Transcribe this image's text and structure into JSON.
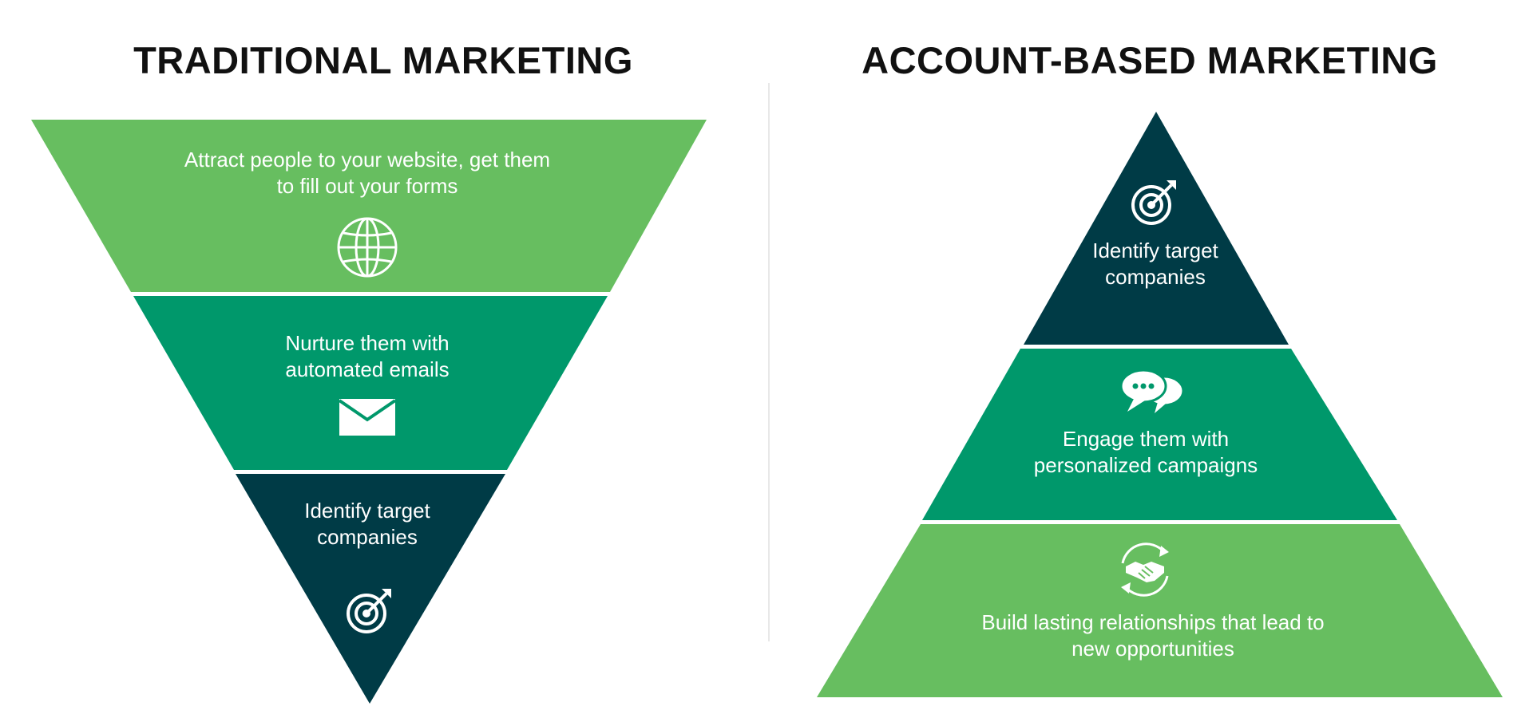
{
  "colors": {
    "light_green": "#67be60",
    "mid_green": "#00986b",
    "dark_teal": "#003b46",
    "white": "#ffffff"
  },
  "traditional": {
    "title": "TRADITIONAL MARKETING",
    "tiers": [
      {
        "text": "Attract people to your website, get them to fill out your forms",
        "icon": "globe-icon"
      },
      {
        "text": "Nurture them with automated emails",
        "icon": "envelope-icon"
      },
      {
        "text": "Identify target companies",
        "icon": "target-icon"
      }
    ]
  },
  "account_based": {
    "title": "ACCOUNT-BASED MARKETING",
    "tiers": [
      {
        "text": "Identify target companies",
        "icon": "target-icon"
      },
      {
        "text": "Engage them with personalized campaigns",
        "icon": "chat-bubbles-icon"
      },
      {
        "text": "Build lasting relationships that lead to new opportunities",
        "icon": "handshake-icon"
      }
    ]
  }
}
